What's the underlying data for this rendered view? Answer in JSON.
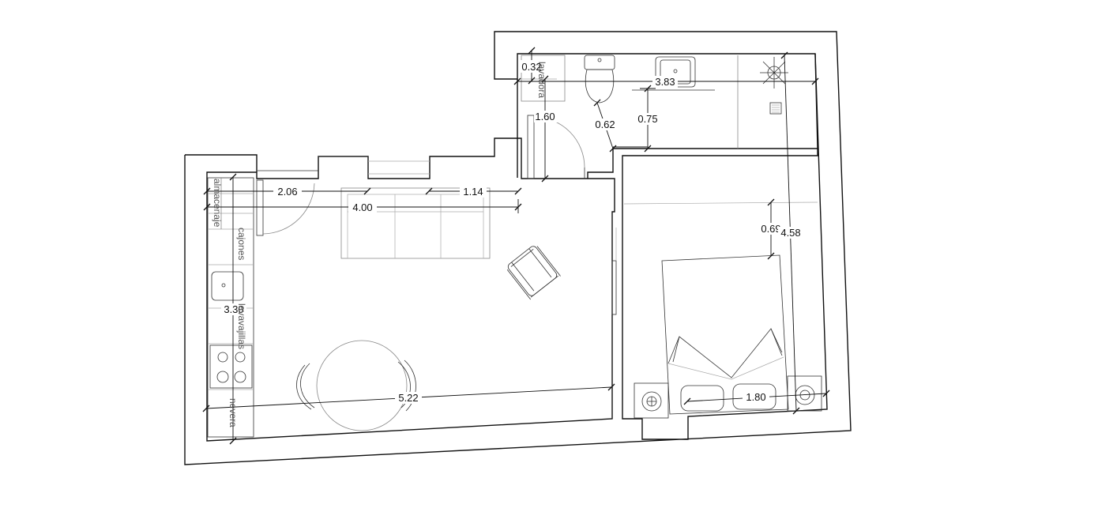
{
  "dimensions": {
    "d_032": "0.32",
    "d_383": "3.83",
    "d_160": "1.60",
    "d_062": "0.62",
    "d_075": "0.75",
    "d_206": "2.06",
    "d_114": "1.14",
    "d_400": "4.00",
    "d_069": "0.69",
    "d_458": "4.58",
    "d_330": "3.30",
    "d_522": "5.22",
    "d_180": "1.80"
  },
  "labels": {
    "lavadora": "lavadora",
    "almacenaje": "almacenaje",
    "cajones": "cajones",
    "lavavajillas": "lavavajillas",
    "nevera": "nevera"
  }
}
